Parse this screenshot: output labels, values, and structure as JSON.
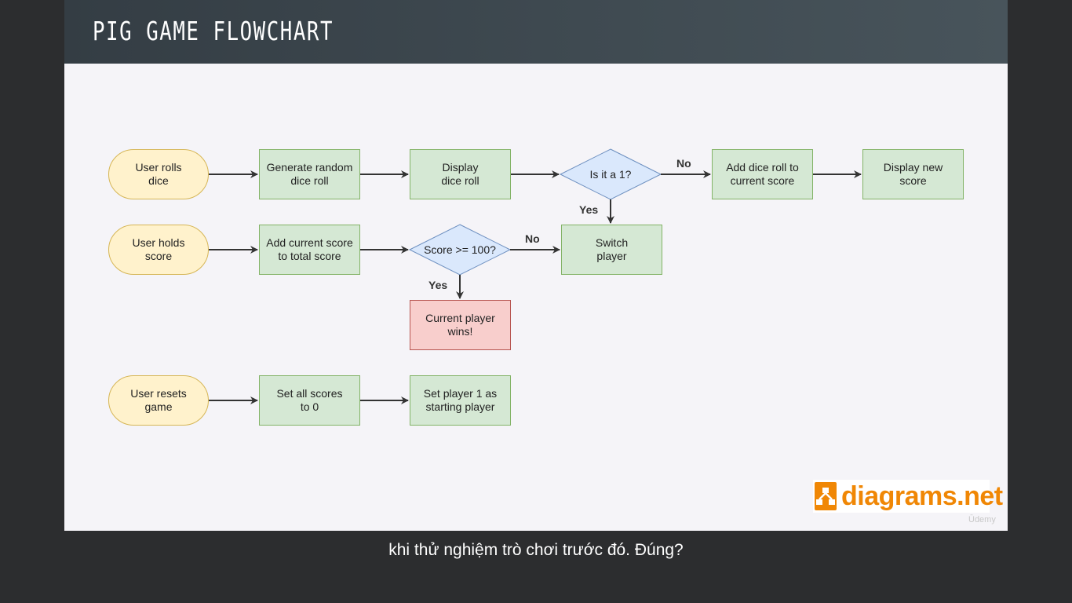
{
  "slide": {
    "title": "PIG GAME FLOWCHART"
  },
  "flowchart": {
    "nodes": {
      "user_rolls": "User rolls\ndice",
      "generate_roll": "Generate random\ndice roll",
      "display_roll": "Display\ndice roll",
      "is_it_1": "Is it a 1?",
      "add_to_current": "Add dice roll to\ncurrent score",
      "display_new_score": "Display new\nscore",
      "user_holds": "User holds\nscore",
      "add_to_total": "Add current score\nto total score",
      "score_check": "Score >= 100?",
      "switch_player": "Switch\nplayer",
      "current_wins": "Current player\nwins!",
      "user_resets": "User resets\ngame",
      "set_scores_zero": "Set all scores\nto 0",
      "set_player_one": "Set player 1 as\nstarting player"
    },
    "edge_labels": {
      "is1_no": "No",
      "is1_yes": "Yes",
      "score_no": "No",
      "score_yes": "Yes"
    }
  },
  "logo": {
    "text": "diagrams.net",
    "icon": "diagrams-net-logo-icon",
    "color": "#f08705"
  },
  "watermark": "Ūdemy",
  "subtitle": "khi thử nghiệm trò chơi trước đó. Đúng?",
  "colors": {
    "terminal_fill": "#fff2cc",
    "process_fill": "#d5e8d4",
    "decision_fill": "#dae8fc",
    "win_fill": "#f8cecc"
  }
}
